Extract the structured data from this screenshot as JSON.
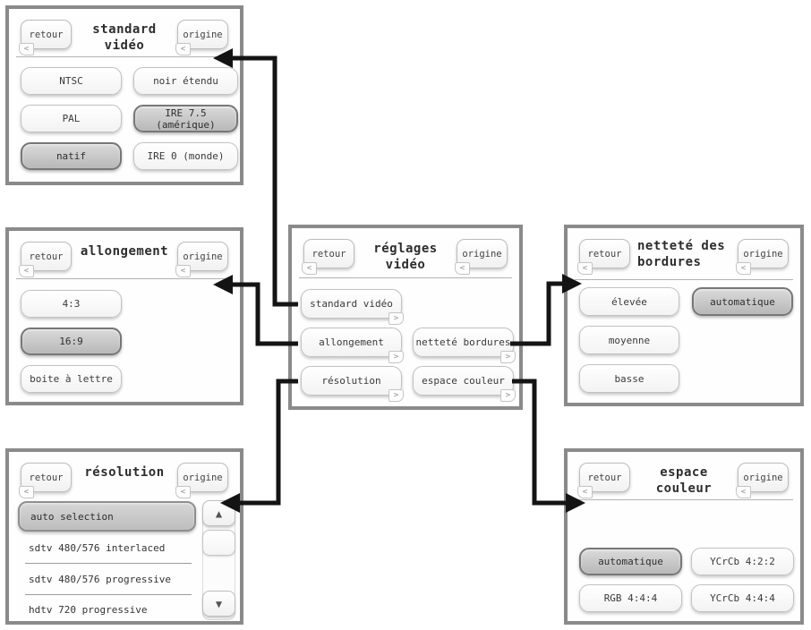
{
  "colors": {
    "arrow": "#141414",
    "panel_border": "#8a8a8a",
    "selected_button_fill": "#c3c3c3",
    "button_border": "#c2c2c2",
    "text": "#333333"
  },
  "icons": {
    "back_tab": "<",
    "forward_tab": ">",
    "scroll_up": "▲",
    "scroll_down": "▼"
  },
  "panels": [
    {
      "id": "standard-video",
      "title": "standard vidéo",
      "back_label": "retour",
      "home_label": "origine",
      "buttons": [
        {
          "label": "NTSC",
          "selected": false
        },
        {
          "label": "noir étendu",
          "selected": false
        },
        {
          "label": "PAL",
          "selected": false
        },
        {
          "label": "IRE 7.5 (amérique)",
          "selected": true
        },
        {
          "label": "natif",
          "selected": true
        },
        {
          "label": "IRE 0 (monde)",
          "selected": false
        }
      ]
    },
    {
      "id": "allongement",
      "title": "allongement",
      "back_label": "retour",
      "home_label": "origine",
      "buttons": [
        {
          "label": "4:3",
          "selected": false
        },
        {
          "label": "16:9",
          "selected": true
        },
        {
          "label": "boite à lettre",
          "selected": false
        }
      ]
    },
    {
      "id": "reglages-video",
      "title": "réglages vidéo",
      "back_label": "retour",
      "home_label": "origine",
      "buttons": [
        {
          "label": "standard vidéo",
          "selected": false
        },
        {
          "label": "allongement",
          "selected": false
        },
        {
          "label": "netteté bordures",
          "selected": false
        },
        {
          "label": "résolution",
          "selected": false
        },
        {
          "label": "espace couleur",
          "selected": false
        }
      ]
    },
    {
      "id": "nettete-bordures",
      "title": "netteté des bordures",
      "back_label": "retour",
      "home_label": "origine",
      "buttons": [
        {
          "label": "élevée",
          "selected": false
        },
        {
          "label": "automatique",
          "selected": true
        },
        {
          "label": "moyenne",
          "selected": false
        },
        {
          "label": "basse",
          "selected": false
        }
      ]
    },
    {
      "id": "resolution",
      "title": "résolution",
      "back_label": "retour",
      "home_label": "origine",
      "selected_item": "auto selection",
      "list_items": [
        "sdtv 480/576 interlaced",
        "sdtv 480/576 progressive",
        "hdtv 720 progressive"
      ]
    },
    {
      "id": "espace-couleur",
      "title": "espace couleur",
      "back_label": "retour",
      "home_label": "origine",
      "buttons": [
        {
          "label": "automatique",
          "selected": true
        },
        {
          "label": "YCrCb 4:2:2",
          "selected": false
        },
        {
          "label": "RGB 4:4:4",
          "selected": false
        },
        {
          "label": "YCrCb 4:4:4",
          "selected": false
        }
      ]
    }
  ],
  "arrows": [
    {
      "from": "standard-video-button",
      "to": "panel-standard-video"
    },
    {
      "from": "allongement-button",
      "to": "panel-allongement"
    },
    {
      "from": "resolution-button",
      "to": "panel-resolution"
    },
    {
      "from": "nettete-bordures-button",
      "to": "panel-nettete-bordures"
    },
    {
      "from": "espace-couleur-button",
      "to": "panel-espace-couleur"
    }
  ]
}
